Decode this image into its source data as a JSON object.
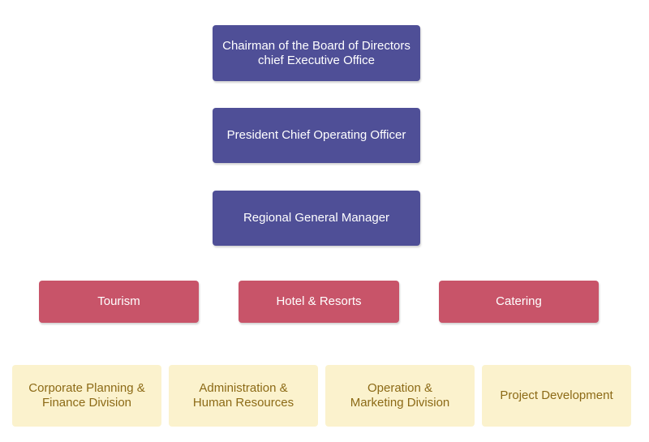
{
  "chart": {
    "executives": {
      "chairman": "Chairman of the Board of Directors\nchief Executive Office",
      "president": "President Chief Operating Officer",
      "regional": "Regional General Manager"
    },
    "business_units": {
      "tourism": "Tourism",
      "hotel": "Hotel & Resorts",
      "catering": "Catering"
    },
    "divisions": {
      "corporate_planning": "Corporate Planning &\nFinance Division",
      "administration": "Administration &\nHuman Resources",
      "operation": "Operation &\nMarketing Division",
      "project": "Project Development"
    }
  },
  "colors": {
    "executive_fill": "#4f4f97",
    "unit_fill": "#c85469",
    "division_fill": "#fbf2cd",
    "division_text": "#8c6a16"
  }
}
